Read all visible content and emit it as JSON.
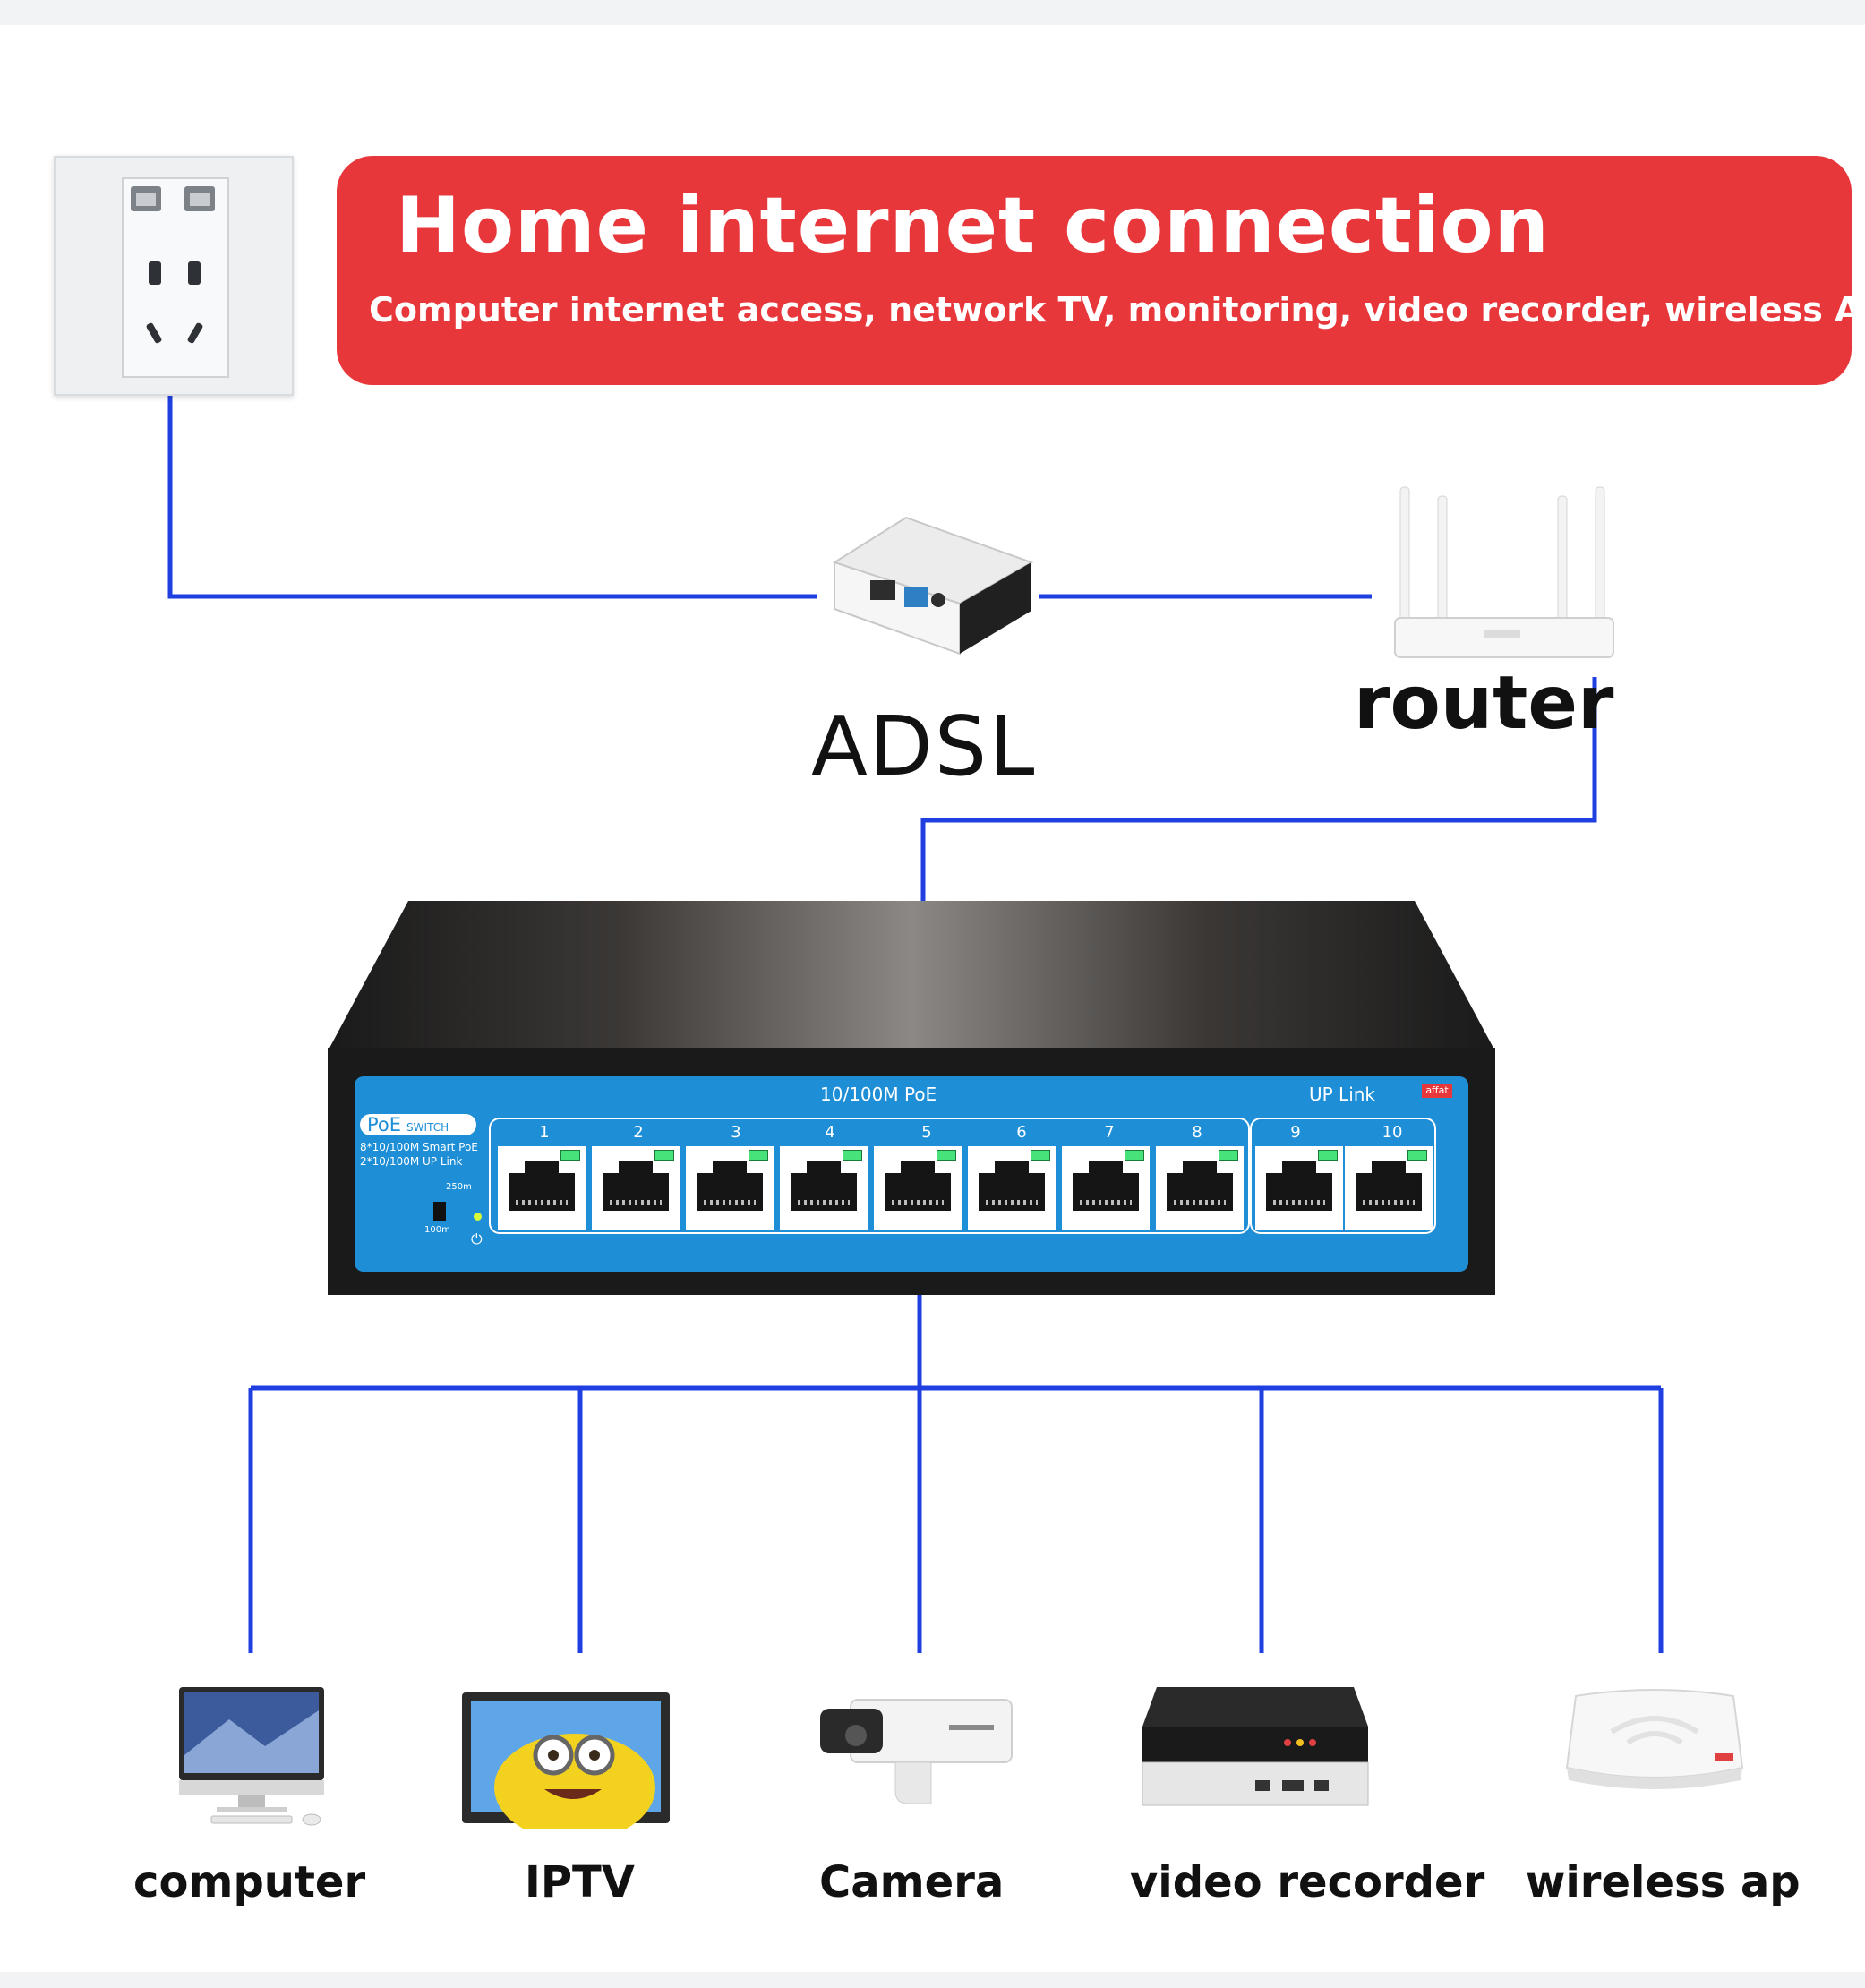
{
  "banner": {
    "title": "Home internet connection",
    "subtitle": "Computer internet access, network TV, monitoring, video recorder, wireless AP."
  },
  "upstream": {
    "adsl_label": "ADSL",
    "router_label": "router"
  },
  "switch": {
    "poe_title": "10/100M  PoE",
    "uplink_title": "UP Link",
    "brand_text": "affat",
    "badge_main": "PoE",
    "badge_small": "SWITCH",
    "spec_line1": "8*10/100M Smart PoE",
    "spec_line2": "2*10/100M   UP   Link",
    "dip_top": "250m",
    "dip_bottom": "100m",
    "poe_ports": [
      "1",
      "2",
      "3",
      "4",
      "5",
      "6",
      "7",
      "8"
    ],
    "uplink_ports": [
      "9",
      "10"
    ]
  },
  "devices": [
    {
      "label": "computer",
      "icon": "computer-icon"
    },
    {
      "label": "IPTV",
      "icon": "tv-icon"
    },
    {
      "label": "Camera",
      "icon": "camera-icon"
    },
    {
      "label": "video recorder",
      "icon": "nvr-icon"
    },
    {
      "label": "wireless ap",
      "icon": "access-point-icon"
    }
  ],
  "colors": {
    "banner": "#e8373b",
    "wire": "#1f3fe0",
    "switch_panel": "#1e8fd6"
  }
}
